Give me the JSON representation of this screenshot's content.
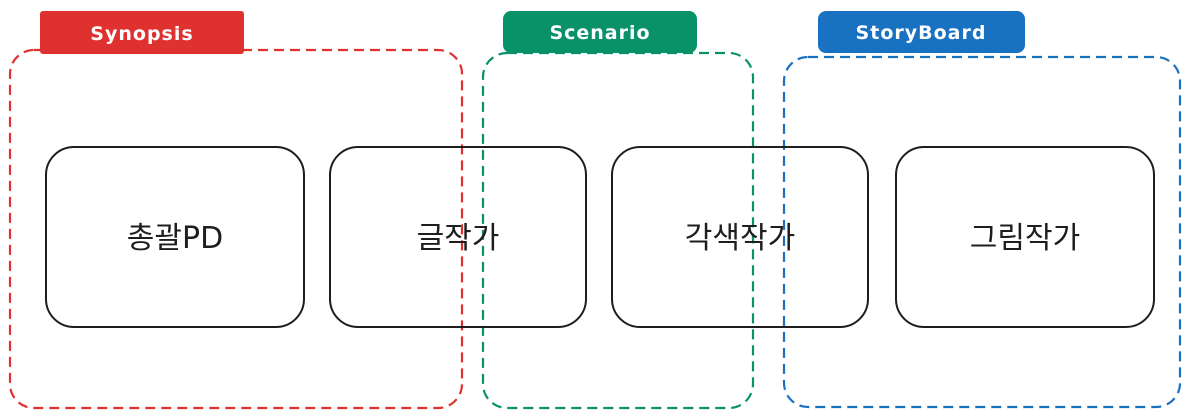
{
  "groups": [
    {
      "label": "Synopsis",
      "color": "#e03131"
    },
    {
      "label": "Scenario",
      "color": "#099268"
    },
    {
      "label": "StoryBoard",
      "color": "#1971c2"
    }
  ],
  "roles": [
    {
      "label": "총괄PD"
    },
    {
      "label": "글작가"
    },
    {
      "label": "각색작가"
    },
    {
      "label": "그림작가"
    }
  ],
  "colors": {
    "box_stroke": "#1e1e1e",
    "text": "#1e1e1e"
  }
}
